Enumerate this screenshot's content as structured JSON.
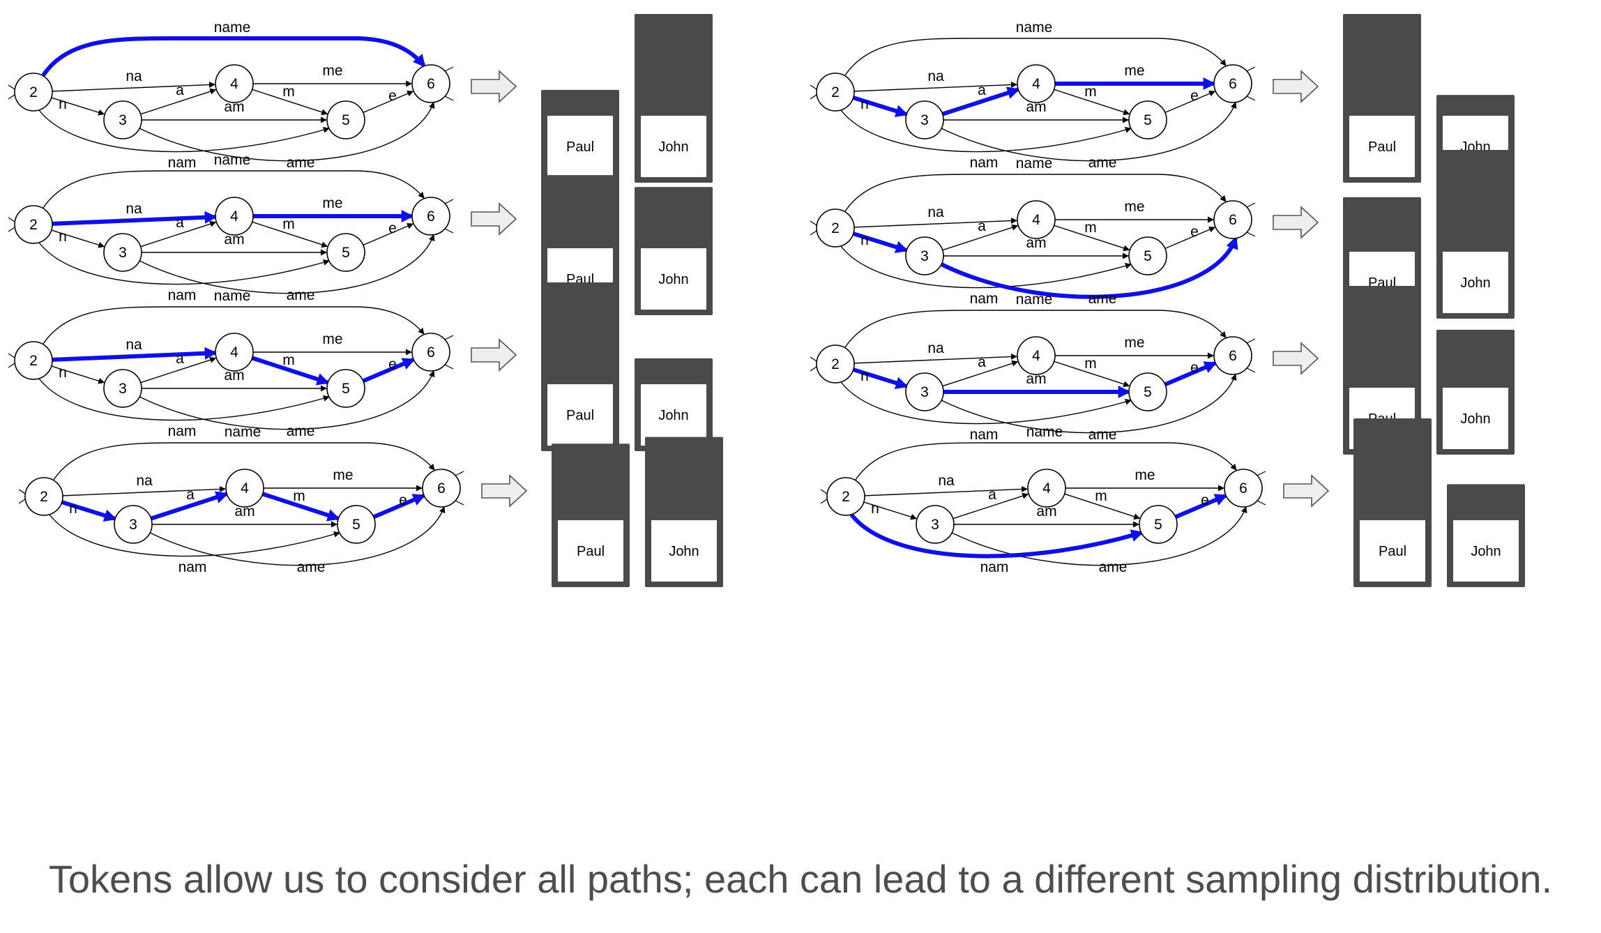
{
  "nodes": [
    {
      "id": "2",
      "label": "2"
    },
    {
      "id": "3",
      "label": "3"
    },
    {
      "id": "4",
      "label": "4"
    },
    {
      "id": "5",
      "label": "5"
    },
    {
      "id": "6",
      "label": "6"
    }
  ],
  "edges": [
    {
      "id": "e26",
      "from": "2",
      "to": "6",
      "label": "name"
    },
    {
      "id": "e24",
      "from": "2",
      "to": "4",
      "label": "na"
    },
    {
      "id": "e23",
      "from": "2",
      "to": "3",
      "label": "n"
    },
    {
      "id": "e34",
      "from": "3",
      "to": "4",
      "label": "a"
    },
    {
      "id": "e46",
      "from": "4",
      "to": "6",
      "label": "me"
    },
    {
      "id": "e45",
      "from": "4",
      "to": "5",
      "label": "m"
    },
    {
      "id": "e35",
      "from": "3",
      "to": "5",
      "label": "am"
    },
    {
      "id": "e56",
      "from": "5",
      "to": "6",
      "label": "e"
    },
    {
      "id": "e25",
      "from": "2",
      "to": "5",
      "label": "nam"
    },
    {
      "id": "e36",
      "from": "3",
      "to": "6",
      "label": "ame"
    }
  ],
  "bar_labels": [
    "Paul",
    "John"
  ],
  "highlight_color": "#1010e6",
  "panels": [
    {
      "id": "p1",
      "path": [
        "e26"
      ],
      "bars": {
        "Paul": 0.55,
        "John": 1.0
      }
    },
    {
      "id": "p2",
      "path": [
        "e24",
        "e46"
      ],
      "bars": {
        "Paul": 0.83,
        "John": 0.76
      }
    },
    {
      "id": "p3",
      "path": [
        "e24",
        "e45",
        "e56"
      ],
      "bars": {
        "Paul": 1.0,
        "John": 0.55
      }
    },
    {
      "id": "p4",
      "path": [
        "e23",
        "e34",
        "e45",
        "e56"
      ],
      "bars": {
        "Paul": 0.85,
        "John": 0.89
      }
    },
    {
      "id": "p5",
      "path": [
        "e23",
        "e34",
        "e46"
      ],
      "bars": {
        "Paul": 1.0,
        "John": 0.52
      }
    },
    {
      "id": "p6",
      "path": [
        "e23",
        "e36"
      ],
      "bars": {
        "Paul": 0.72,
        "John": 1.0
      }
    },
    {
      "id": "p7",
      "path": [
        "e23",
        "e35",
        "e56"
      ],
      "bars": {
        "Paul": 1.0,
        "John": 0.74
      }
    },
    {
      "id": "p8",
      "path": [
        "e25",
        "e56"
      ],
      "bars": {
        "Paul": 1.0,
        "John": 0.61
      }
    }
  ],
  "caption": "Tokens allow us to consider all paths; each can lead to a different sampling distribution."
}
